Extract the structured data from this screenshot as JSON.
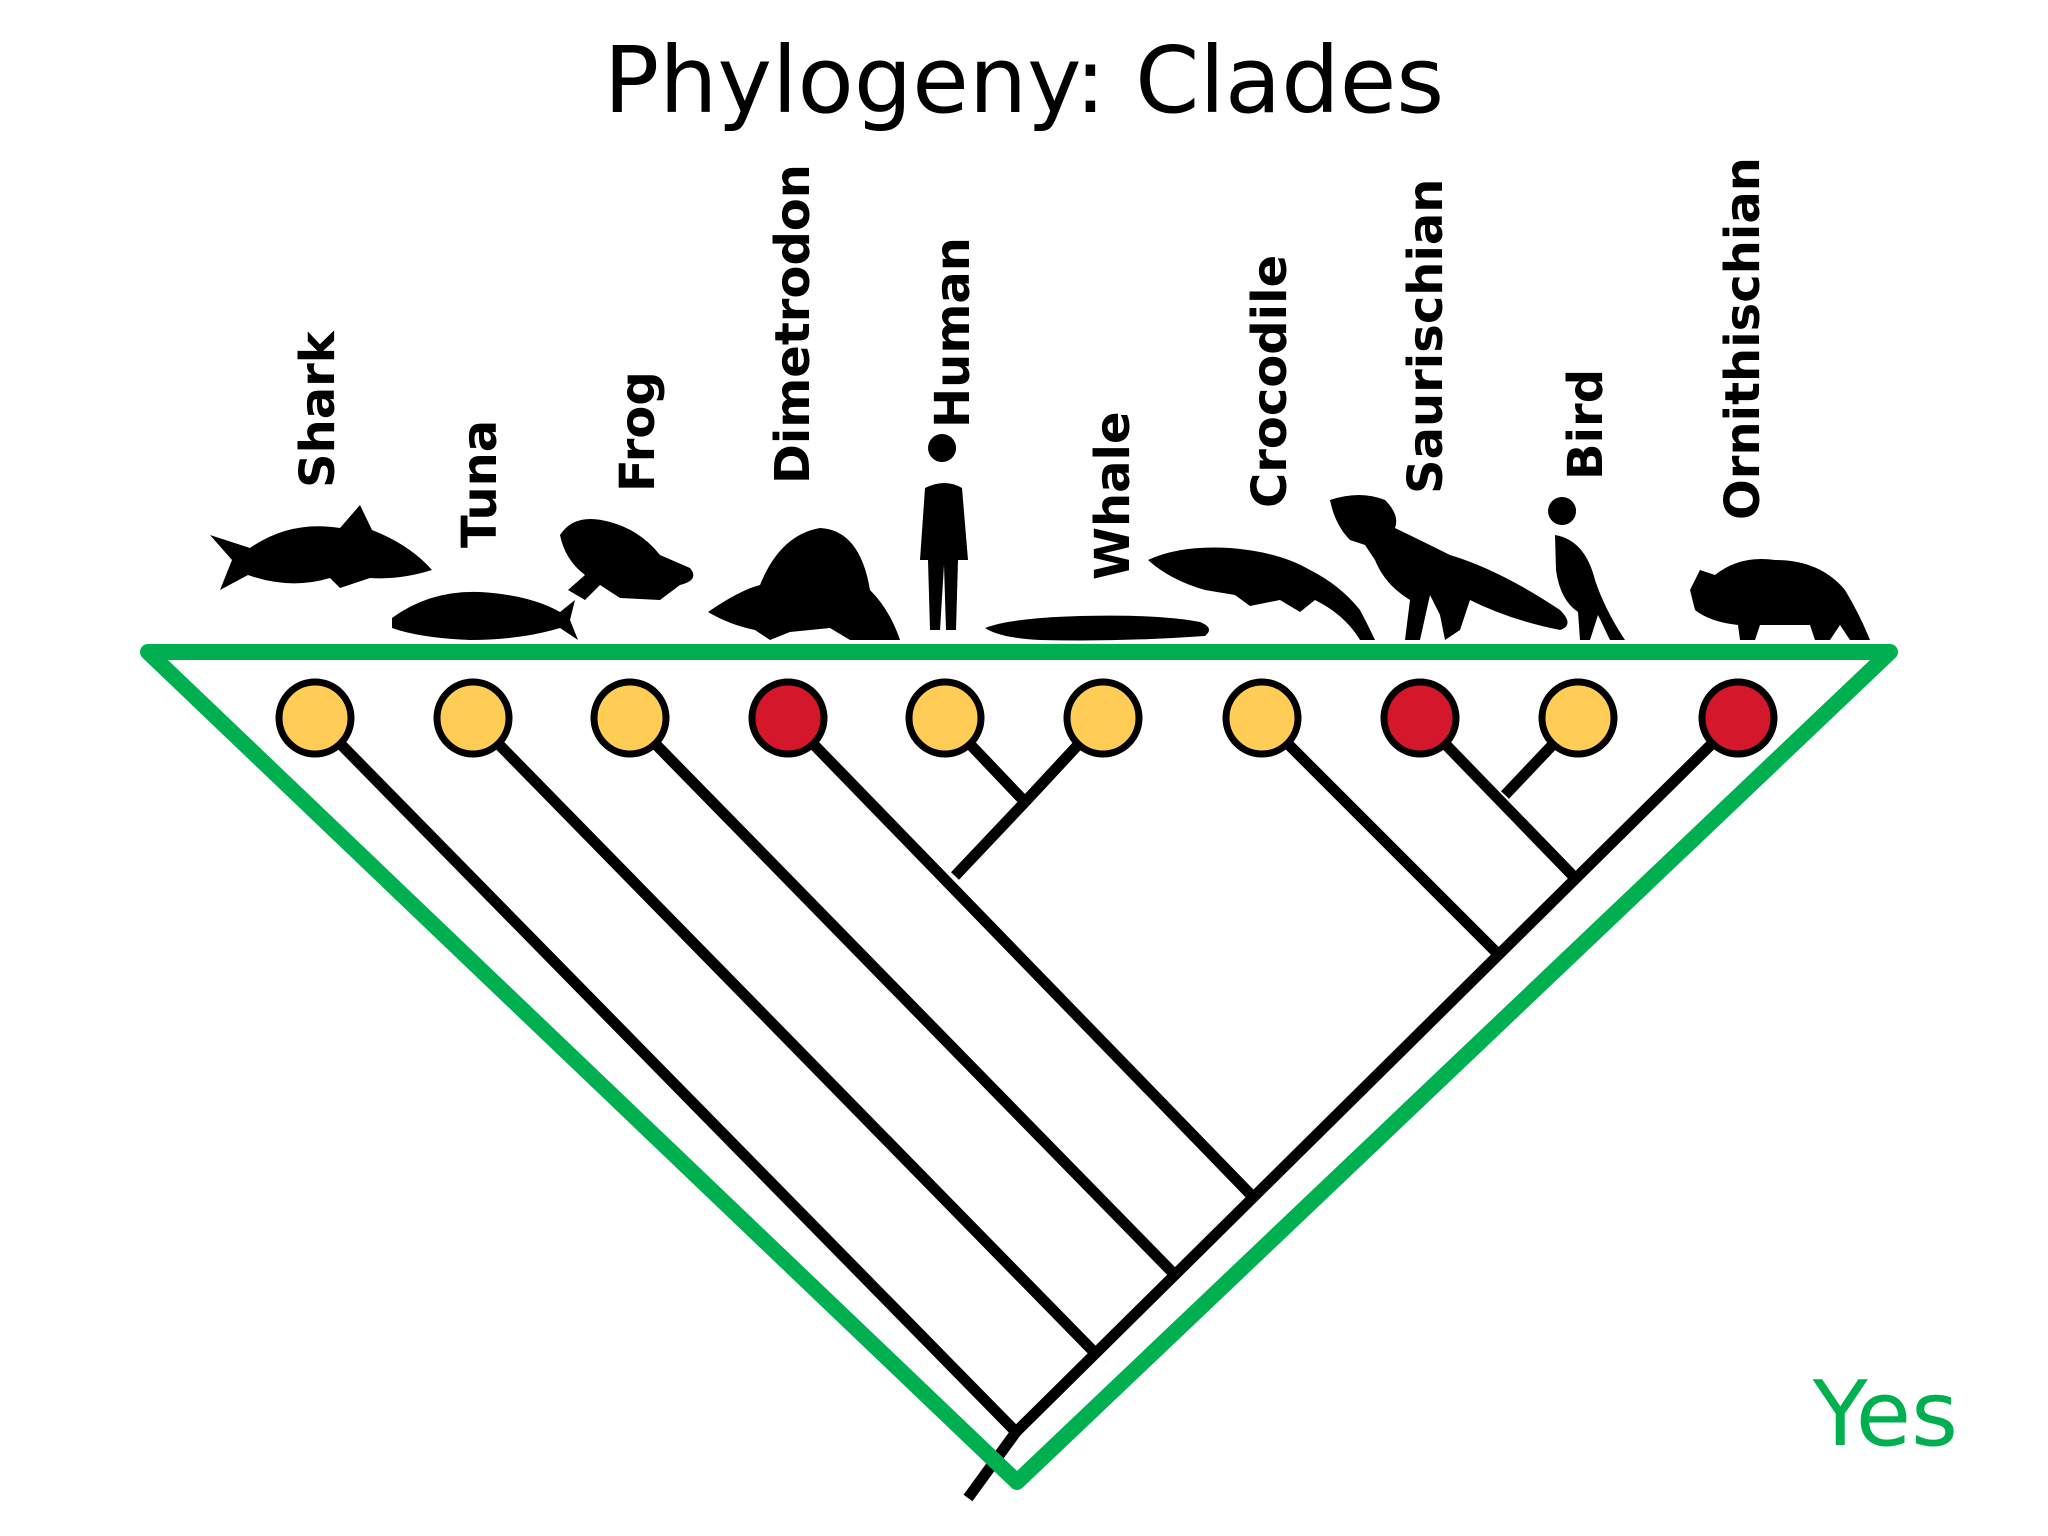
{
  "slide": {
    "title": "Phylogeny: Clades",
    "answer": "Yes"
  },
  "colors": {
    "highlight": "#00b050",
    "node_yellow": "#ffcc55",
    "node_red": "#d4172a",
    "branch": "#000000"
  },
  "taxa": [
    {
      "name": "Shark",
      "node_color": "yellow",
      "icon": "shark-silhouette-icon"
    },
    {
      "name": "Tuna",
      "node_color": "yellow",
      "icon": "tuna-silhouette-icon"
    },
    {
      "name": "Frog",
      "node_color": "yellow",
      "icon": "frog-silhouette-icon"
    },
    {
      "name": "Dimetrodon",
      "node_color": "red",
      "icon": "dimetrodon-silhouette-icon"
    },
    {
      "name": "Human",
      "node_color": "yellow",
      "icon": "human-silhouette-icon"
    },
    {
      "name": "Whale",
      "node_color": "yellow",
      "icon": "whale-silhouette-icon"
    },
    {
      "name": "Crocodile",
      "node_color": "yellow",
      "icon": "crocodile-silhouette-icon"
    },
    {
      "name": "Saurischian",
      "node_color": "red",
      "icon": "saurischian-silhouette-icon"
    },
    {
      "name": "Bird",
      "node_color": "yellow",
      "icon": "bird-silhouette-icon"
    },
    {
      "name": "Ornithischian",
      "node_color": "red",
      "icon": "ornithischian-silhouette-icon"
    }
  ]
}
